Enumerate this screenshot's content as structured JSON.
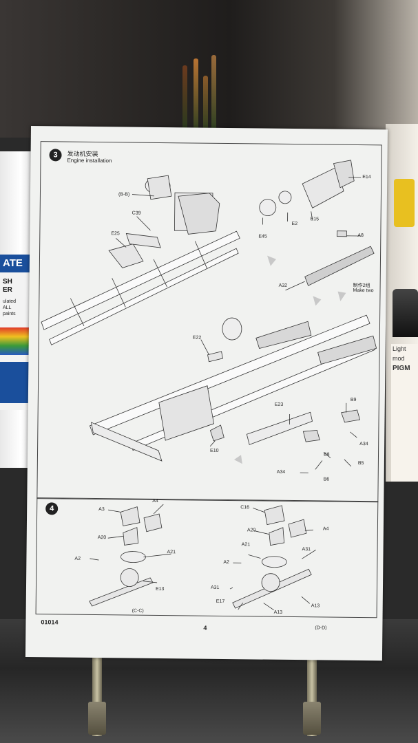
{
  "step3": {
    "number": "3",
    "title_cn": "发动机安装",
    "title_en": "Engine installation",
    "make_two_cn": "制作2组",
    "make_two_en": "Make two"
  },
  "step4": {
    "number": "4"
  },
  "labels": {
    "bb": "(B-B)",
    "c39": "C39",
    "e25": "E25",
    "e14": "E14",
    "e2": "E2",
    "e15": "E15",
    "e45": "E45",
    "a8": "A8",
    "a32": "A32",
    "e22": "E22",
    "e23": "E23",
    "b9": "B9",
    "a34_right": "A34",
    "b8": "B8",
    "b5": "B5",
    "a34_left": "A34",
    "b6": "B6",
    "e10": "E10",
    "a3": "A3",
    "a4_left": "A4",
    "a20_left": "A20",
    "a2_left": "A2",
    "a21_left": "A21",
    "e13": "E13",
    "cc": "(C-C)",
    "c16": "C16",
    "a20_right": "A20",
    "a4_right": "A4",
    "a21_right": "A21",
    "a31_top": "A31",
    "a2_right": "A2",
    "a31_left": "A31",
    "e17": "E17",
    "a13_right": "A13",
    "a13_bottom": "A13",
    "dd": "(D-D)"
  },
  "footer": {
    "kit_number": "01014",
    "page_number": "4"
  },
  "background": {
    "bottle_left_brand": "ATE",
    "bottle_left_lines": [
      "SH",
      "ER",
      "ulated",
      "ALL",
      "paints"
    ],
    "bottle_right_text": [
      "Light",
      "mod",
      "PIGM"
    ]
  },
  "colors": {
    "sheet": "#f1f2f0",
    "ink": "#222222",
    "arrow": "#c8c8c8"
  }
}
